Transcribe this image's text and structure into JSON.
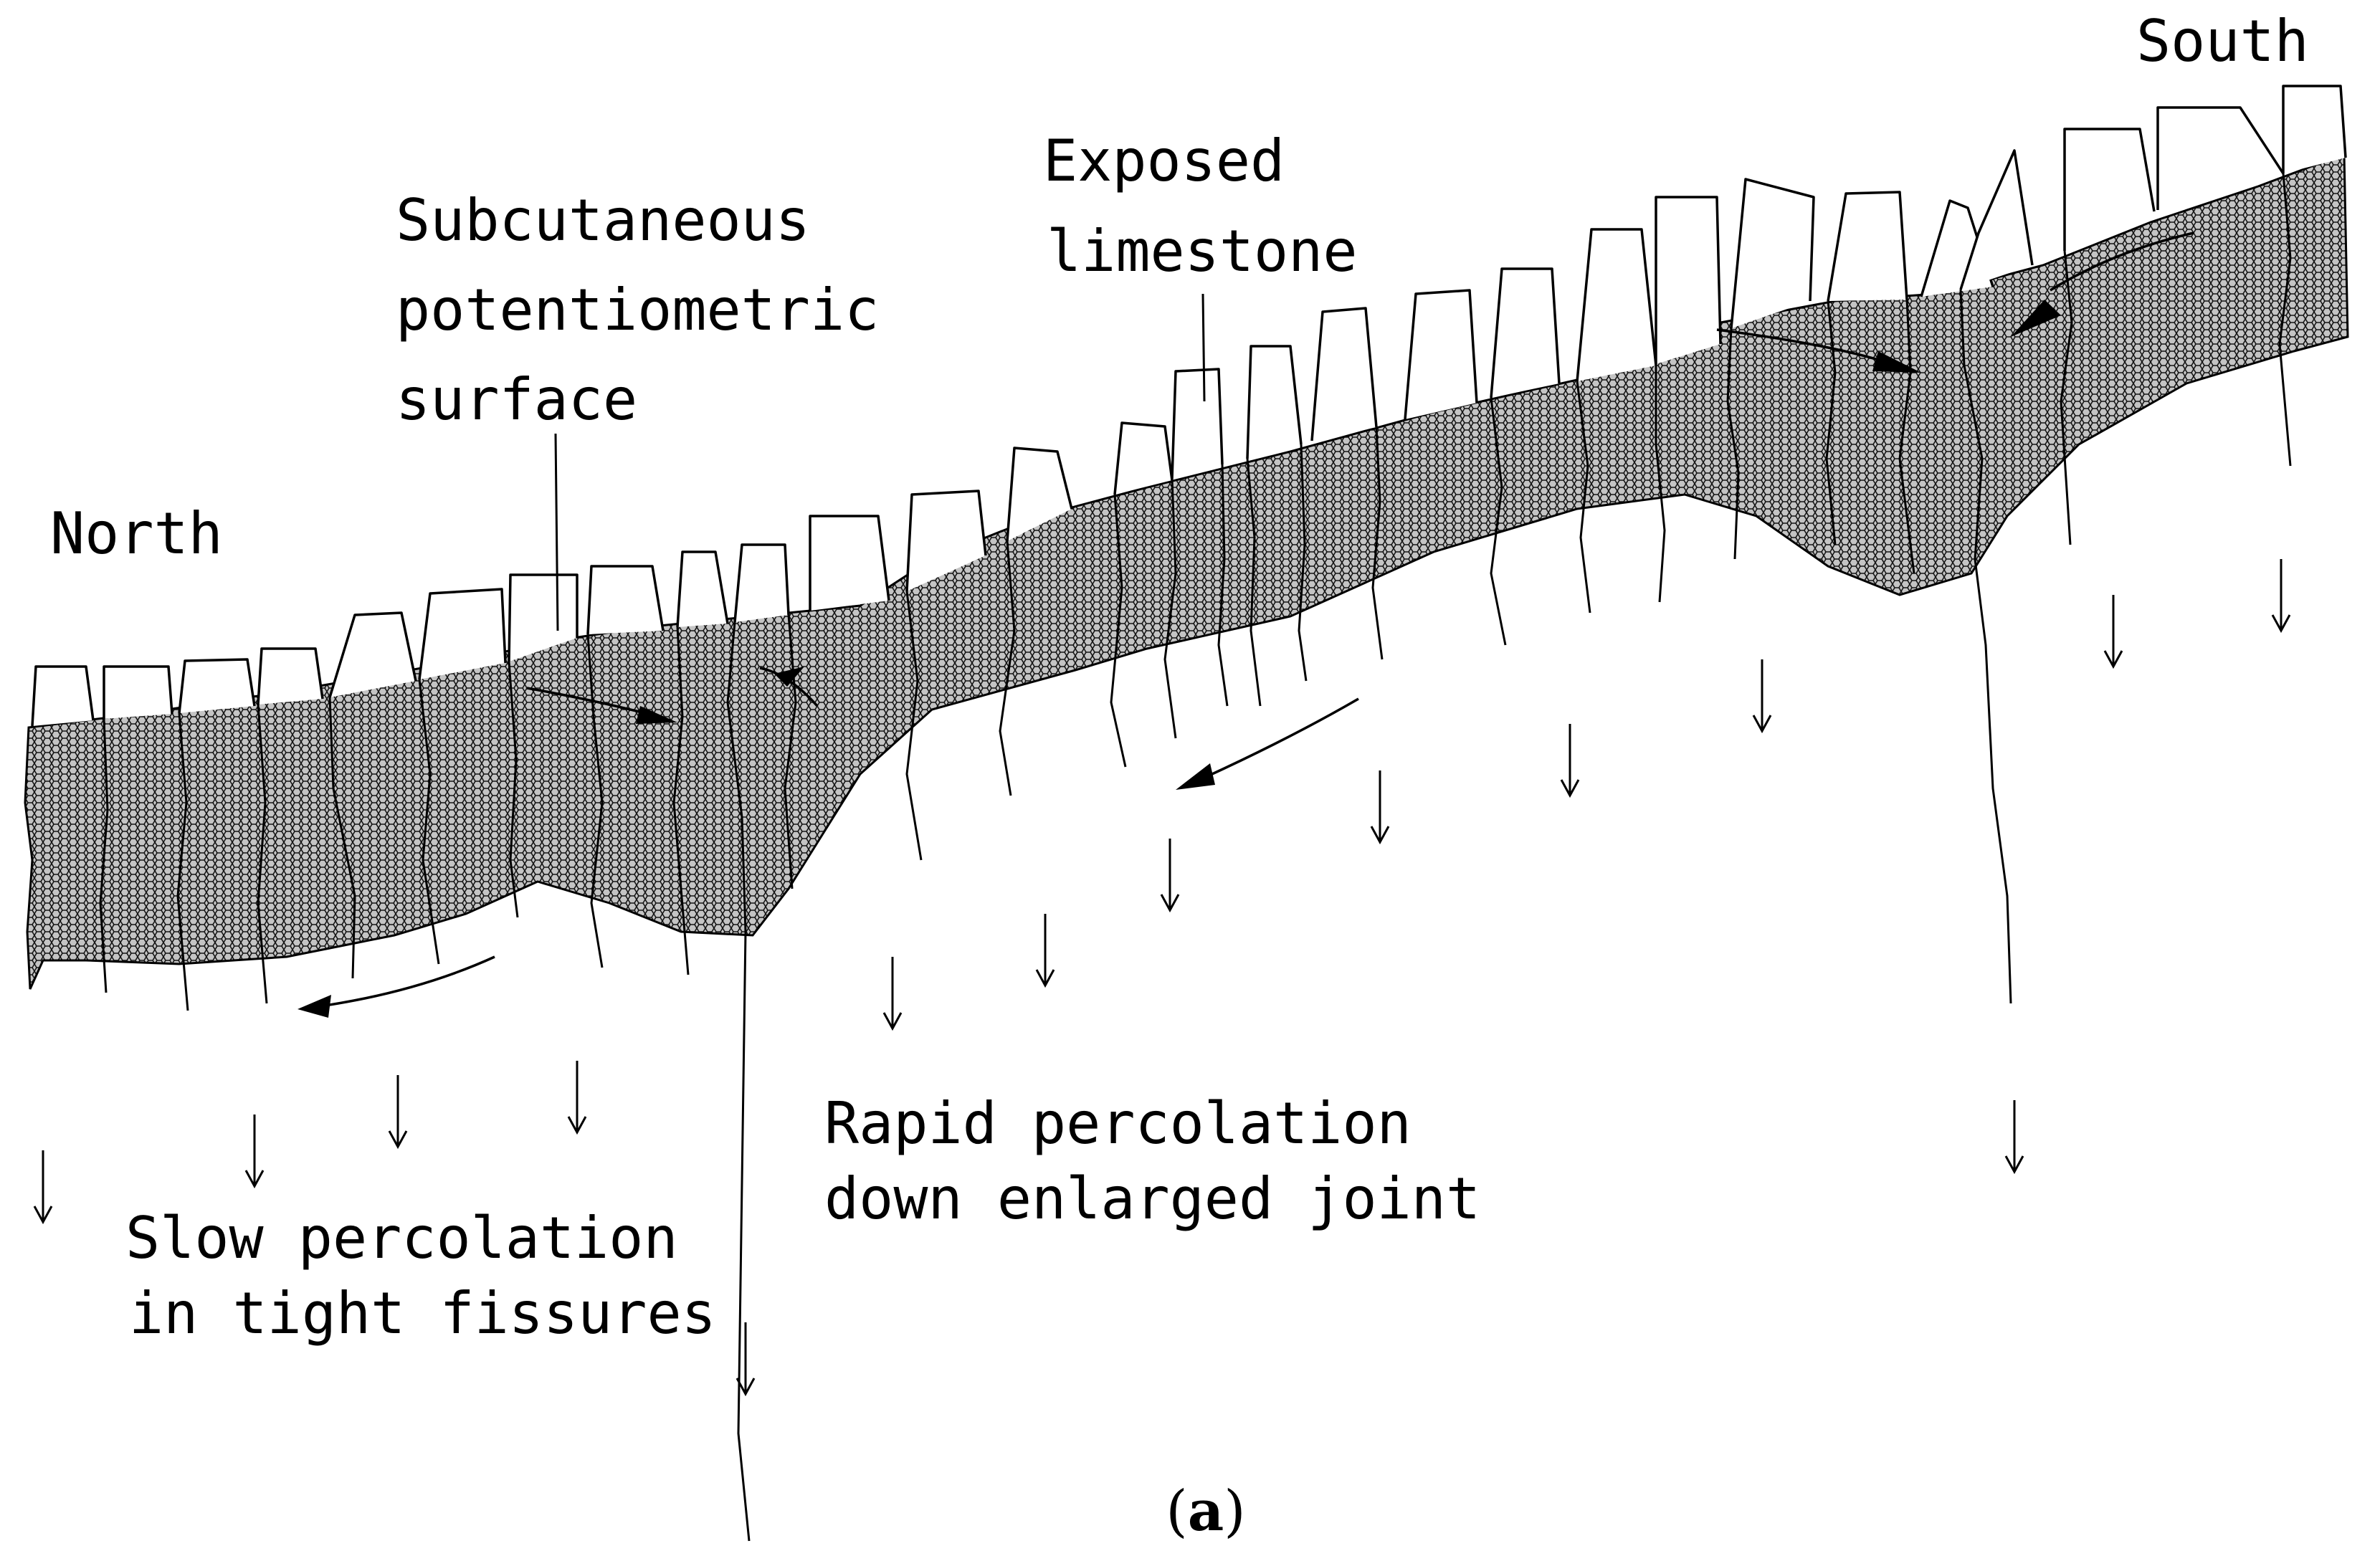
{
  "labels": {
    "north": "North",
    "south": "South",
    "exposed_limestone": [
      "Exposed",
      "limestone"
    ],
    "subcutaneous_surface": [
      "Subcutaneous",
      "potentiometric",
      "surface"
    ],
    "rapid_percolation": [
      "Rapid percolation",
      "down enlarged joint"
    ],
    "slow_percolation": [
      "Slow percolation",
      "in tight fissures"
    ]
  },
  "caption": {
    "open": "(",
    "letter": "a",
    "close": ")"
  }
}
